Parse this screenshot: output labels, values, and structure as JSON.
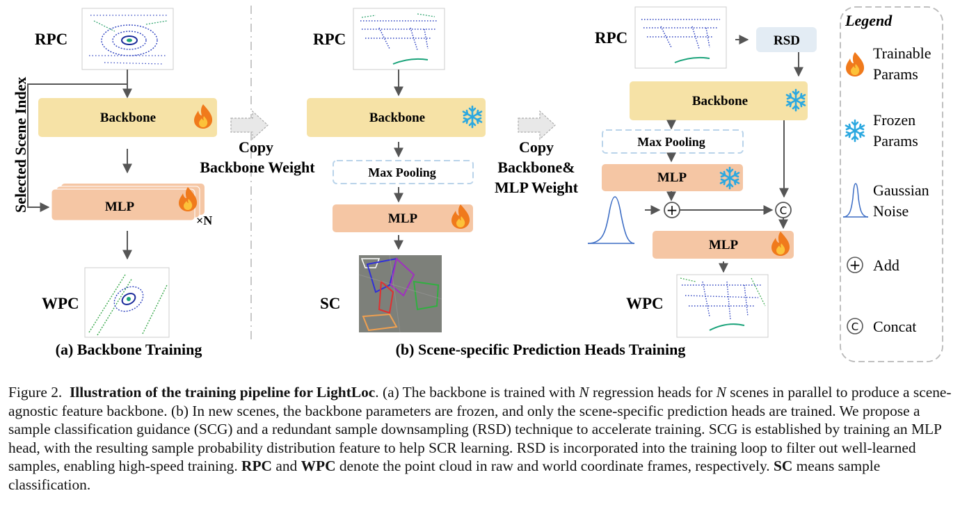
{
  "diagram": {
    "colors": {
      "backbone": "#f6e2a6",
      "mlp": "#f5c6a4",
      "rsd": "#e3ecf4",
      "pool_border": "#b9d3ea",
      "arrow": "#555555",
      "fire": "#f07a1c",
      "snow": "#2ba8e0"
    },
    "icons": {
      "trainable": "fire-icon",
      "frozen": "snowflake-icon",
      "noise": "gaussian-curve-icon",
      "add": "add-circle-icon",
      "concat": "concat-circle-icon"
    },
    "part_a": {
      "rpc": "RPC",
      "side_label": "Selected Scene Index",
      "backbone": "Backbone",
      "mlp": "MLP",
      "times_n": "×N",
      "wpc": "WPC",
      "title": "(a) Backbone Training"
    },
    "copy1": {
      "line1": "Copy",
      "line2": "Backbone Weight"
    },
    "part_b": {
      "rpc": "RPC",
      "backbone": "Backbone",
      "pool": "Max Pooling",
      "mlp": "MLP",
      "sc": "SC"
    },
    "copy2": {
      "line1": "Copy",
      "line2": "Backbone&",
      "line3": "MLP Weight"
    },
    "part_c": {
      "rpc": "RPC",
      "rsd": "RSD",
      "backbone": "Backbone",
      "pool": "Max Pooling",
      "mlp1": "MLP",
      "mlp2": "MLP",
      "wpc": "WPC",
      "add_symbol": "+",
      "concat_symbol": "C"
    },
    "title_b": "(b) Scene-specific Prediction Heads Training",
    "legend": {
      "title": "Legend",
      "trainable_1": "Trainable",
      "trainable_2": "Params",
      "frozen_1": "Frozen",
      "frozen_2": "Params",
      "noise_1": "Gaussian",
      "noise_2": "Noise",
      "add": "Add",
      "concat": "Concat"
    }
  },
  "caption": {
    "fig_label": "Figure 2.",
    "bold_title": "Illustration of the training pipeline for LightLoc",
    "t1": ". (a) The backbone is trained with ",
    "n1": "N",
    "t2": " regression heads for ",
    "n2": "N",
    "t3": " scenes in parallel to produce a scene-agnostic feature backbone. (b) In new scenes, the backbone parameters are frozen, and only the scene-specific prediction heads are trained. We propose a sample classification guidance (SCG) and a redundant sample downsampling (RSD) technique to accelerate training. SCG is established by training an MLP head, with the resulting sample probability distribution feature to help SCR learning. RSD is incorporated into the training loop to filter out well-learned samples, enabling high-speed training. ",
    "rpc": "RPC",
    "t4": " and ",
    "wpc": "WPC",
    "t5": " denote the point cloud in raw and world coordinate frames, respectively. ",
    "sc": "SC",
    "t6": " means sample classification."
  }
}
